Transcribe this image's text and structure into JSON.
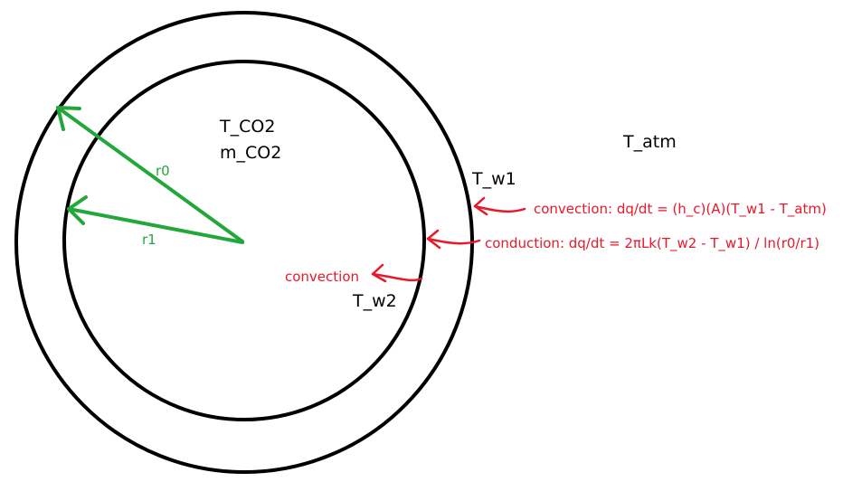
{
  "labels": {
    "t_co2": "T_CO2",
    "m_co2": "m_CO2",
    "t_atm": "T_atm",
    "t_w1": "T_w1",
    "t_w2": "T_w2",
    "r0": "r0",
    "r1": "r1",
    "convection_outer": "convection: dq/dt = (h_c)(A)(T_w1 - T_atm)",
    "conduction": "conduction: dq/dt = 2πLk(T_w2 - T_w1) / ln(r0/r1)",
    "convection_inner": "convection"
  },
  "colors": {
    "rings": "#000000",
    "radii": "#22a83a",
    "heat_flow": "#e8182b"
  }
}
